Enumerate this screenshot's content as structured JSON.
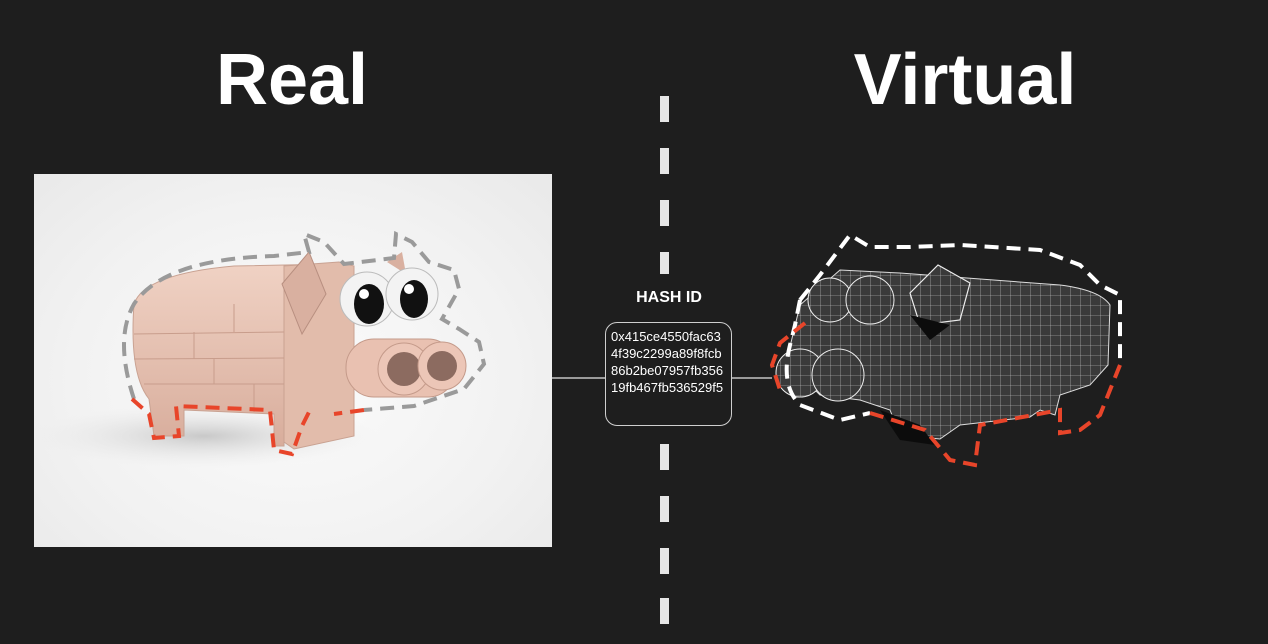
{
  "headings": {
    "real": "Real",
    "virtual": "Virtual"
  },
  "hash": {
    "label": "HASH ID",
    "value": "0x415ce4550fac634f39c2299a89f8fcb86b2be07957fb35619fb467fb536529f5"
  },
  "colors": {
    "background": "#1e1e1e",
    "outline_gray": "#9a9a9a",
    "outline_white": "#ffffff",
    "outline_red": "#e8452a",
    "pig_pink": "#e7c4b5"
  },
  "icons": {
    "real": "lego-pig-photo",
    "virtual": "lego-pig-wireframe-model"
  }
}
